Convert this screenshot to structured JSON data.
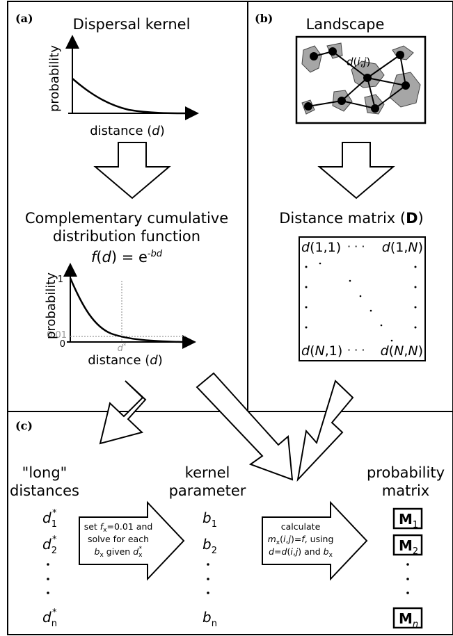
{
  "panels": {
    "a": {
      "label": "(a)",
      "kernel_title": "Dispersal kernel",
      "y_axis": "probability",
      "x_axis": "distance (d)",
      "ccdf_title_line1": "Complementary cumulative",
      "ccdf_title_line2": "distribution function",
      "formula": "f(d) = e^-bd",
      "ccdf_y_axis": "probability",
      "ccdf_x_axis": "distance (d)",
      "tick_one": "1",
      "tick_zero": "0",
      "tick_001": "0.01",
      "d_star": "d*"
    },
    "b": {
      "label": "(b)",
      "landscape_title": "Landscape",
      "edge_label": "d(i,j)",
      "matrix_title": "Distance matrix (D)",
      "matrix_top_left": "d(1,1)",
      "matrix_top_right": "d(1,N)",
      "matrix_bottom_left": "d(N,1)",
      "matrix_bottom_right": "d(N,N)"
    },
    "c": {
      "label": "(c)",
      "col1_line1": "\"long\"",
      "col1_line2": "distances",
      "col2_line1": "kernel",
      "col2_line2": "parameter",
      "col3_line1": "probability",
      "col3_line2": "matrix",
      "arrow1_text": [
        "set fx=0.01 and",
        "solve for each",
        "bx given dx*"
      ],
      "arrow2_text": [
        "calculate",
        "mx(i,j)=f, using",
        "d=d(i,j) and bx"
      ],
      "distances": [
        "d1*",
        "d2*",
        "dn*"
      ],
      "parameters": [
        "b1",
        "b2",
        "bn"
      ],
      "matrices": [
        "M1",
        "M2",
        "Mn"
      ]
    }
  },
  "colors": {
    "line": "#000000",
    "patch_fill": "#a6a6a6",
    "guide": "#999999"
  }
}
